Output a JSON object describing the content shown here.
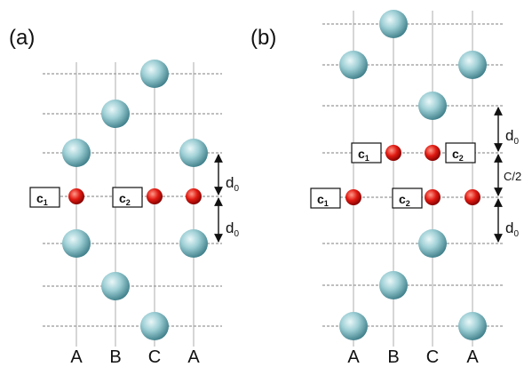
{
  "panels": [
    {
      "label": "(a)",
      "columns": [
        "A",
        "B",
        "C",
        "A"
      ],
      "boxes": [
        {
          "main": "c",
          "sub": "1"
        },
        {
          "main": "c",
          "sub": "2"
        }
      ],
      "dimensions": [
        {
          "main": "d",
          "sub": "0"
        },
        {
          "main": "d",
          "sub": "0"
        }
      ]
    },
    {
      "label": "(b)",
      "columns": [
        "A",
        "B",
        "C",
        "A"
      ],
      "boxes": [
        {
          "main": "c",
          "sub": "1"
        },
        {
          "main": "c",
          "sub": "2"
        },
        {
          "main": "c",
          "sub": "1"
        },
        {
          "main": "c",
          "sub": "2"
        }
      ],
      "dimensions": [
        {
          "main": "d",
          "sub": "0"
        },
        {
          "main": "C/2",
          "sub": ""
        },
        {
          "main": "d",
          "sub": "0"
        }
      ]
    }
  ],
  "colors": {
    "large_atom": "#8cc4cc",
    "small_atom": "#d81818"
  }
}
